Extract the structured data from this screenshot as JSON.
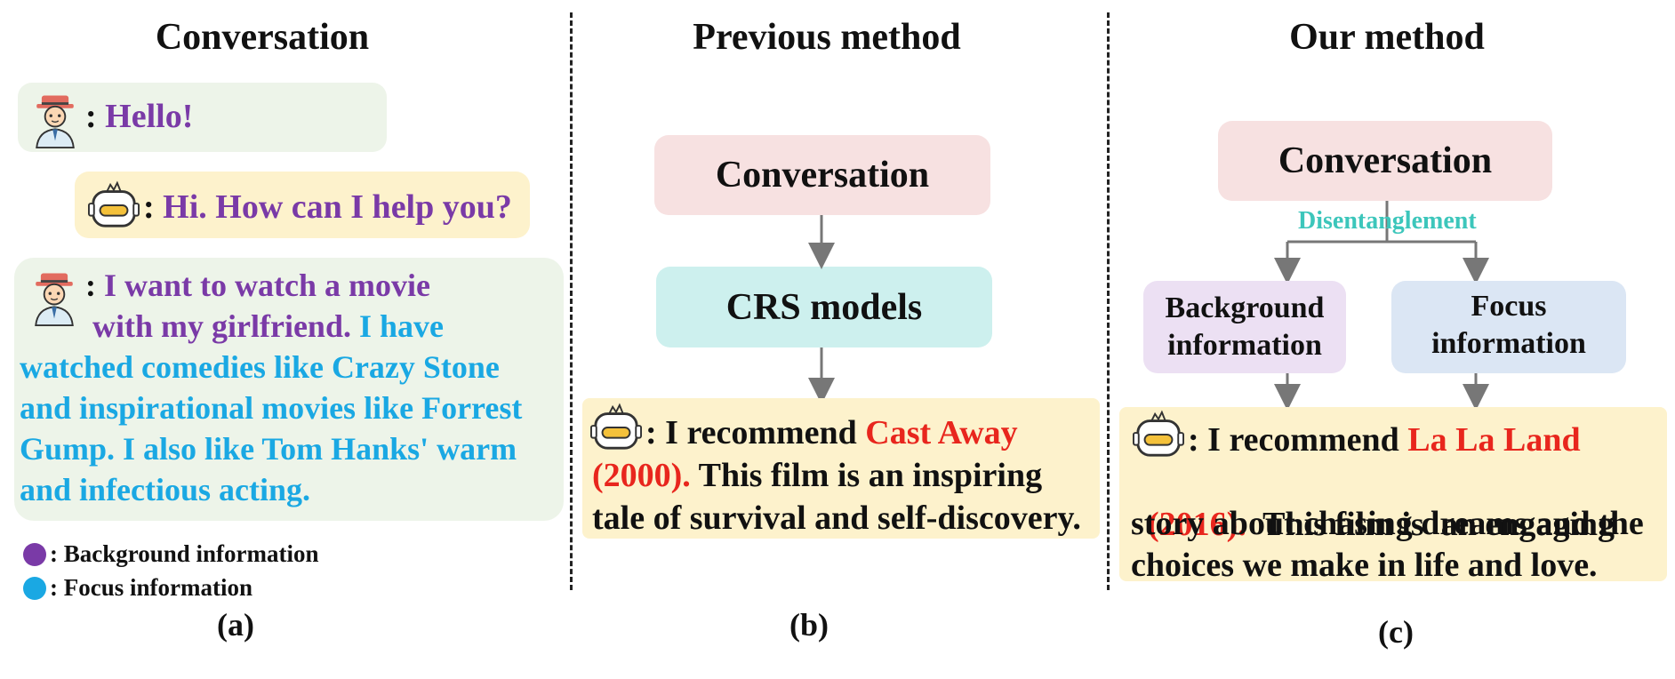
{
  "colors": {
    "background_info": "#7a3aa7",
    "focus_info": "#1aa8e3",
    "highlight_movie": "#e8261d",
    "disentanglement": "#3cc6bb"
  },
  "panel_a": {
    "title": "Conversation",
    "caption": "(a)",
    "messages": [
      {
        "speaker": "user-icon",
        "prefix": ": ",
        "purple": "Hello!",
        "blue": ""
      },
      {
        "speaker": "robot-icon",
        "prefix": ": ",
        "purple": "Hi. How can I help you?",
        "blue": ""
      },
      {
        "speaker": "user-icon",
        "prefix": ": ",
        "purple_line1": "I want to watch a movie",
        "purple_line2": "with my girlfriend.",
        "blue_line2": " I have",
        "blue_line3": "watched comedies like Crazy Stone",
        "blue_line4": "and inspirational movies like Forrest",
        "blue_line5": "Gump. I also like Tom Hanks' warm",
        "blue_line6": "and infectious acting."
      }
    ],
    "legend": [
      {
        "label": ": Background information",
        "color": "#7a3aa7"
      },
      {
        "label": ": Focus information",
        "color": "#1aa8e3"
      }
    ]
  },
  "panel_b": {
    "title": "Previous method",
    "caption": "(b)",
    "box1": "Conversation",
    "box2": "CRS models",
    "rec_prefix": ": I recommend ",
    "rec_movie_line1": "Cast Away",
    "rec_movie_line2": "(2000).",
    "rec_text_line2": " This film is an inspiring",
    "rec_text_line3": "tale of survival and self-discovery."
  },
  "panel_c": {
    "title": "Our method",
    "caption": "(c)",
    "box1": "Conversation",
    "branch_label": "Disentanglement",
    "left_box_line1": "Background",
    "left_box_line2": "information",
    "right_box_line1": "Focus",
    "right_box_line2": "information",
    "rec_prefix": ": I recommend ",
    "rec_movie_line1": "La La Land",
    "rec_movie_line2": "(2016).",
    "rec_text_line2": "  This film is  an engaging",
    "rec_text_line3": "story about chasing dreams and the",
    "rec_text_line4": "choices we make in life and love."
  }
}
